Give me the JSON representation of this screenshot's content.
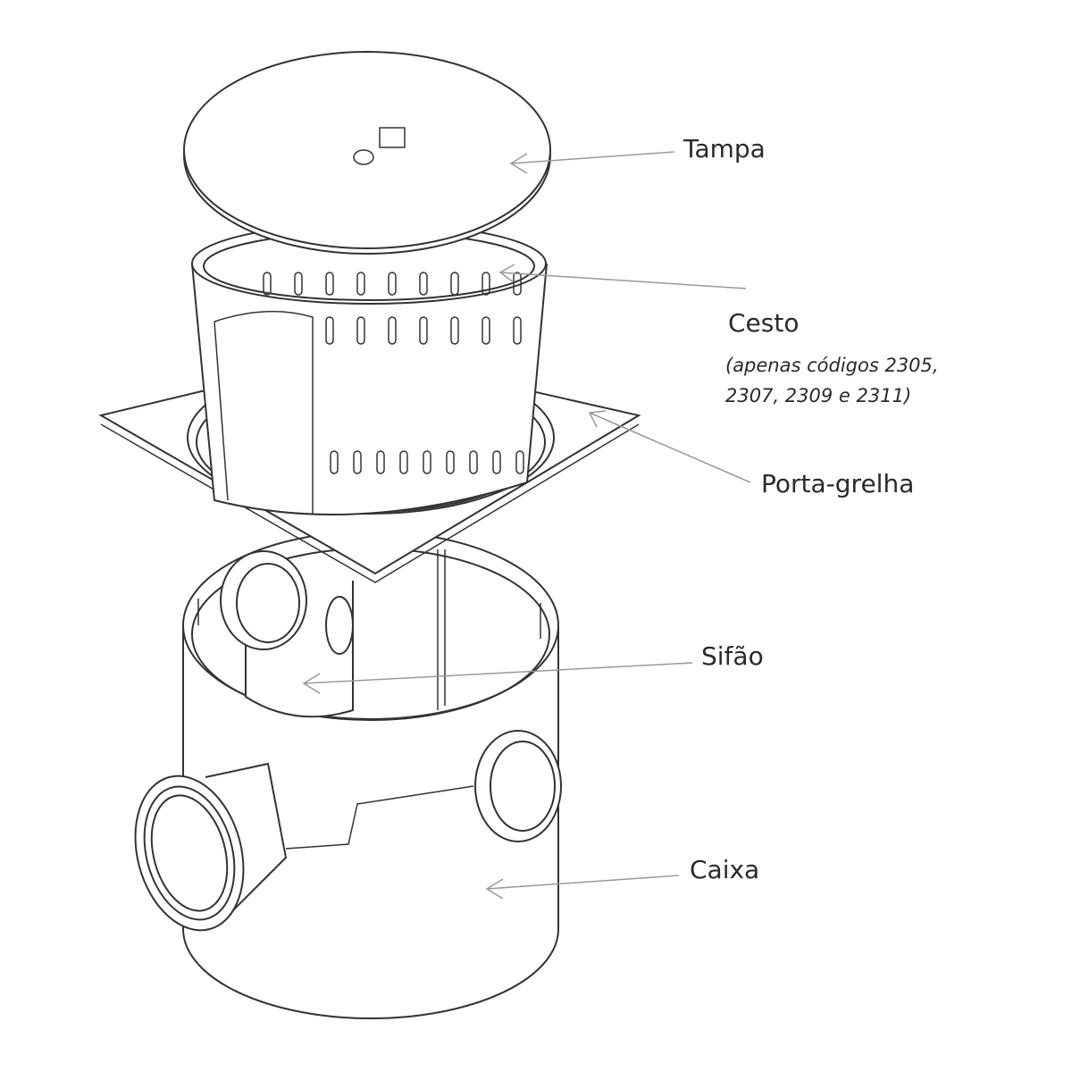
{
  "labels": {
    "tampa": "Tampa",
    "cesto": "Cesto",
    "cesto_note_line1": "(apenas códigos 2305,",
    "cesto_note_line2": "2307, 2309 e 2311)",
    "porta_grelha": "Porta-grelha",
    "sifao": "Sifão",
    "caixa": "Caixa"
  },
  "colors": {
    "line": "#333333",
    "leader": "#999999",
    "text": "#2a2a2a"
  }
}
